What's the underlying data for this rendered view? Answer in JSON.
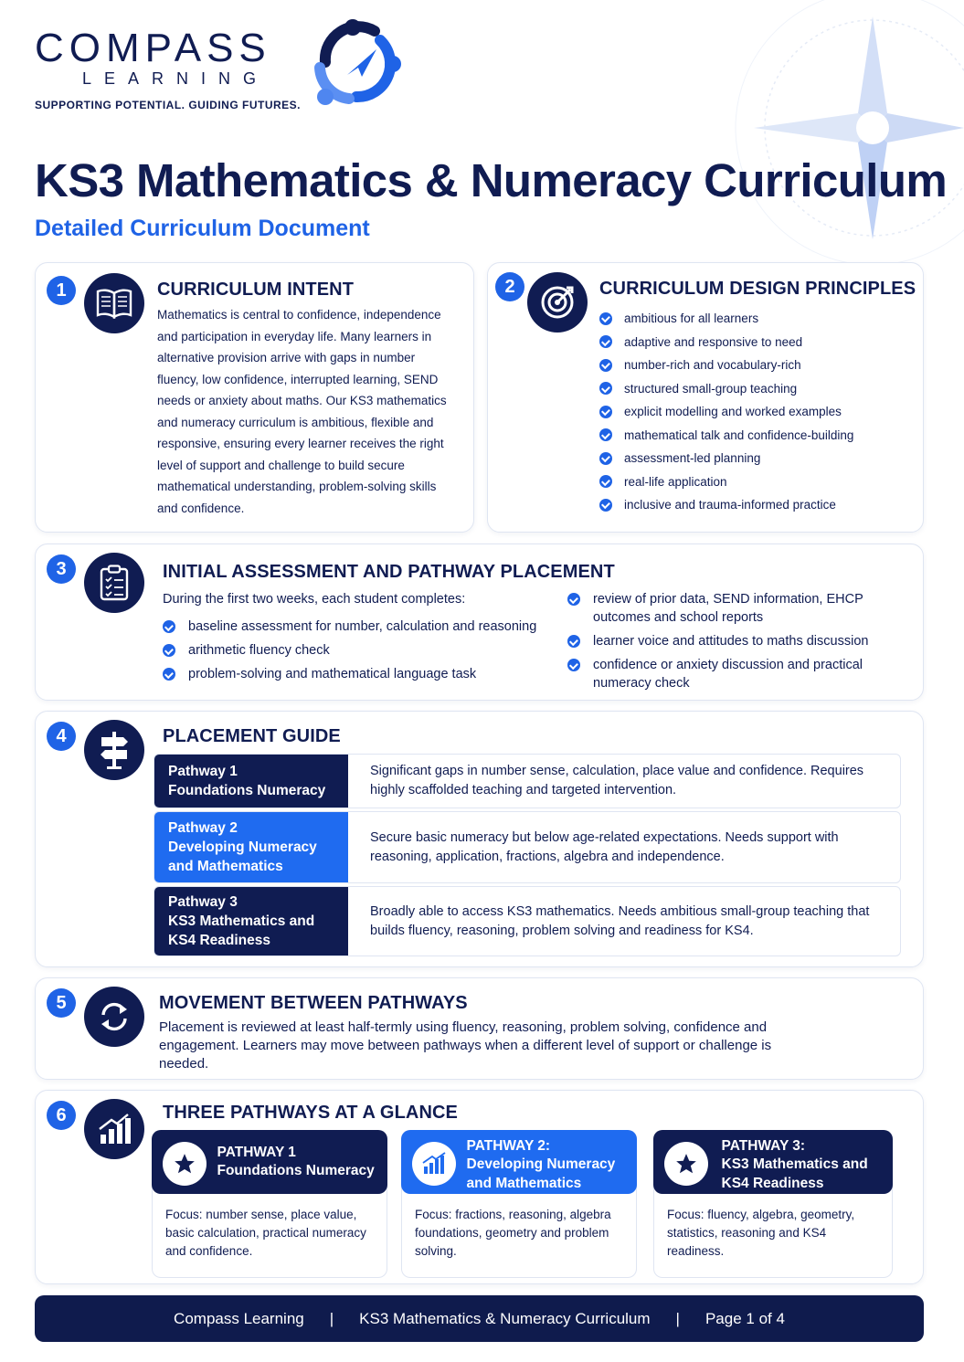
{
  "brand": {
    "name": "COMPASS",
    "sub": "LEARNING",
    "tagline": "SUPPORTING POTENTIAL. GUIDING FUTURES."
  },
  "title": "KS3 Mathematics & Numeracy Curriculum",
  "subtitle": "Detailed Curriculum Document",
  "sections": {
    "intent": {
      "number": "1",
      "icon": "book-icon",
      "title": "CURRICULUM INTENT",
      "body": "Mathematics is central to confidence, independence and participation in everyday life. Many learners in alternative provision arrive with gaps in number fluency, low confidence, interrupted learning, SEND needs or anxiety about maths. Our KS3 mathematics and numeracy curriculum is ambitious, flexible and responsive, ensuring every learner receives the right level of support and challenge to build secure mathematical understanding, problem-solving skills and confidence."
    },
    "principles": {
      "number": "2",
      "icon": "target-icon",
      "title": "CURRICULUM DESIGN PRINCIPLES",
      "items": [
        "ambitious for all learners",
        "adaptive and responsive to need",
        "number-rich and vocabulary-rich",
        "structured small-group teaching",
        "explicit modelling and worked examples",
        "mathematical talk and confidence-building",
        "assessment-led planning",
        "real-life application",
        "inclusive and trauma-informed practice"
      ]
    },
    "assessment": {
      "number": "3",
      "icon": "clipboard-checklist-icon",
      "title": "INITIAL ASSESSMENT AND PATHWAY PLACEMENT",
      "intro": "During the first two weeks, each student completes:",
      "left_items": [
        "baseline assessment for number, calculation and reasoning",
        "arithmetic fluency check",
        "problem-solving and mathematical language task"
      ],
      "right_items": [
        "review of prior data, SEND information, EHCP outcomes and school reports",
        "learner voice and attitudes to maths discussion",
        "confidence or anxiety discussion and practical numeracy check"
      ]
    },
    "placement": {
      "number": "4",
      "icon": "signpost-icon",
      "title": "PLACEMENT GUIDE",
      "rows": [
        {
          "line1": "Pathway 1",
          "line2": "Foundations Numeracy",
          "line3": "",
          "color": "#101c52",
          "desc": "Significant gaps in number sense, calculation, place value and confidence. Requires highly scaffolded teaching and targeted intervention."
        },
        {
          "line1": "Pathway 2",
          "line2": "Developing Numeracy",
          "line3": "and Mathematics",
          "color": "#1f6bf0",
          "desc": "Secure basic numeracy but below age-related expectations. Needs support with reasoning, application, fractions, algebra and independence."
        },
        {
          "line1": "Pathway 3",
          "line2": "KS3 Mathematics and",
          "line3": "KS4 Readiness",
          "color": "#101c52",
          "desc": "Broadly able to access KS3 mathematics. Needs ambitious small-group teaching that builds fluency, reasoning, problem solving and readiness for KS4."
        }
      ]
    },
    "movement": {
      "number": "5",
      "icon": "refresh-arrows-icon",
      "title": "MOVEMENT BETWEEN PATHWAYS",
      "body": "Placement is reviewed at least half-termly using fluency, reasoning, problem solving, confidence and engagement. Learners may move between pathways when a different level of support or challenge is needed."
    },
    "glance": {
      "number": "6",
      "icon": "bar-chart-icon",
      "title": "THREE PATHWAYS AT A GLANCE",
      "cards": [
        {
          "line1": "PATHWAY 1",
          "line2": "Foundations Numeracy",
          "line3": "",
          "color": "#101c52",
          "icon": "star-icon",
          "focus": "Focus: number sense, place value, basic calculation, practical numeracy and confidence."
        },
        {
          "line1": "PATHWAY 2:",
          "line2": "Developing Numeracy",
          "line3": "and Mathematics",
          "color": "#1f6bf0",
          "icon": "growth-chart-icon",
          "focus": "Focus: fractions, reasoning, algebra foundations, geometry and problem solving."
        },
        {
          "line1": "PATHWAY 3:",
          "line2": "KS3 Mathematics and",
          "line3": "KS4 Readiness",
          "color": "#101c52",
          "icon": "star-icon",
          "focus": "Focus: fluency, algebra, geometry, statistics, reasoning and KS4 readiness."
        }
      ]
    }
  },
  "footer": {
    "org": "Compass Learning",
    "sep": "|",
    "doc": "KS3 Mathematics & Numeracy Curriculum",
    "page": "Page 1 of 4"
  }
}
